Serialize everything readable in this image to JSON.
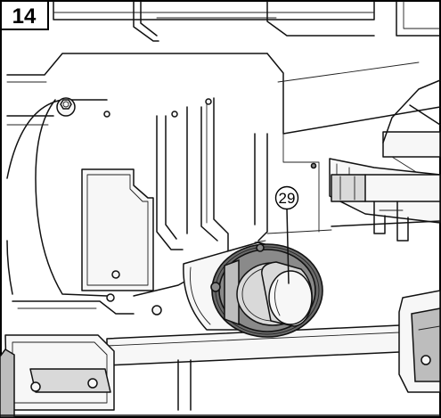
{
  "figure": {
    "number": "14",
    "callouts": [
      {
        "label": "29",
        "target": "dust-extraction-adapter"
      }
    ]
  }
}
